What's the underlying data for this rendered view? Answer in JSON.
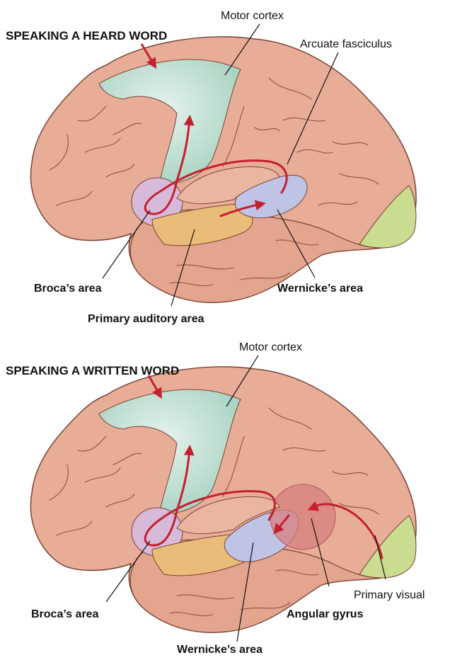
{
  "colors": {
    "brain": "#e8ad97",
    "brain_dark": "#dd987f",
    "sulcus": "#8f5040",
    "outline": "#7a4335",
    "motor_cortex": "#b8dccd",
    "broca": "#d7b9d9",
    "auditory": "#e9bd79",
    "wernicke": "#bfc3e6",
    "visual": "#c9dc8f",
    "angular": "#d87f7e",
    "arrow": "#c42030",
    "leader": "#111111"
  },
  "panels": [
    {
      "title": "SPEAKING A HEARD WORD",
      "labels": {
        "motor_cortex": "Motor cortex",
        "arcuate": "Arcuate fasciculus",
        "broca": "Broca’s area",
        "wernicke": "Wernicke’s area",
        "auditory": "Primary auditory area"
      }
    },
    {
      "title": "SPEAKING A WRITTEN WORD",
      "labels": {
        "motor_cortex": "Motor cortex",
        "broca": "Broca’s area",
        "angular": "Angular gyrus",
        "visual": "Primary visual",
        "wernicke": "Wernicke’s area"
      }
    }
  ]
}
